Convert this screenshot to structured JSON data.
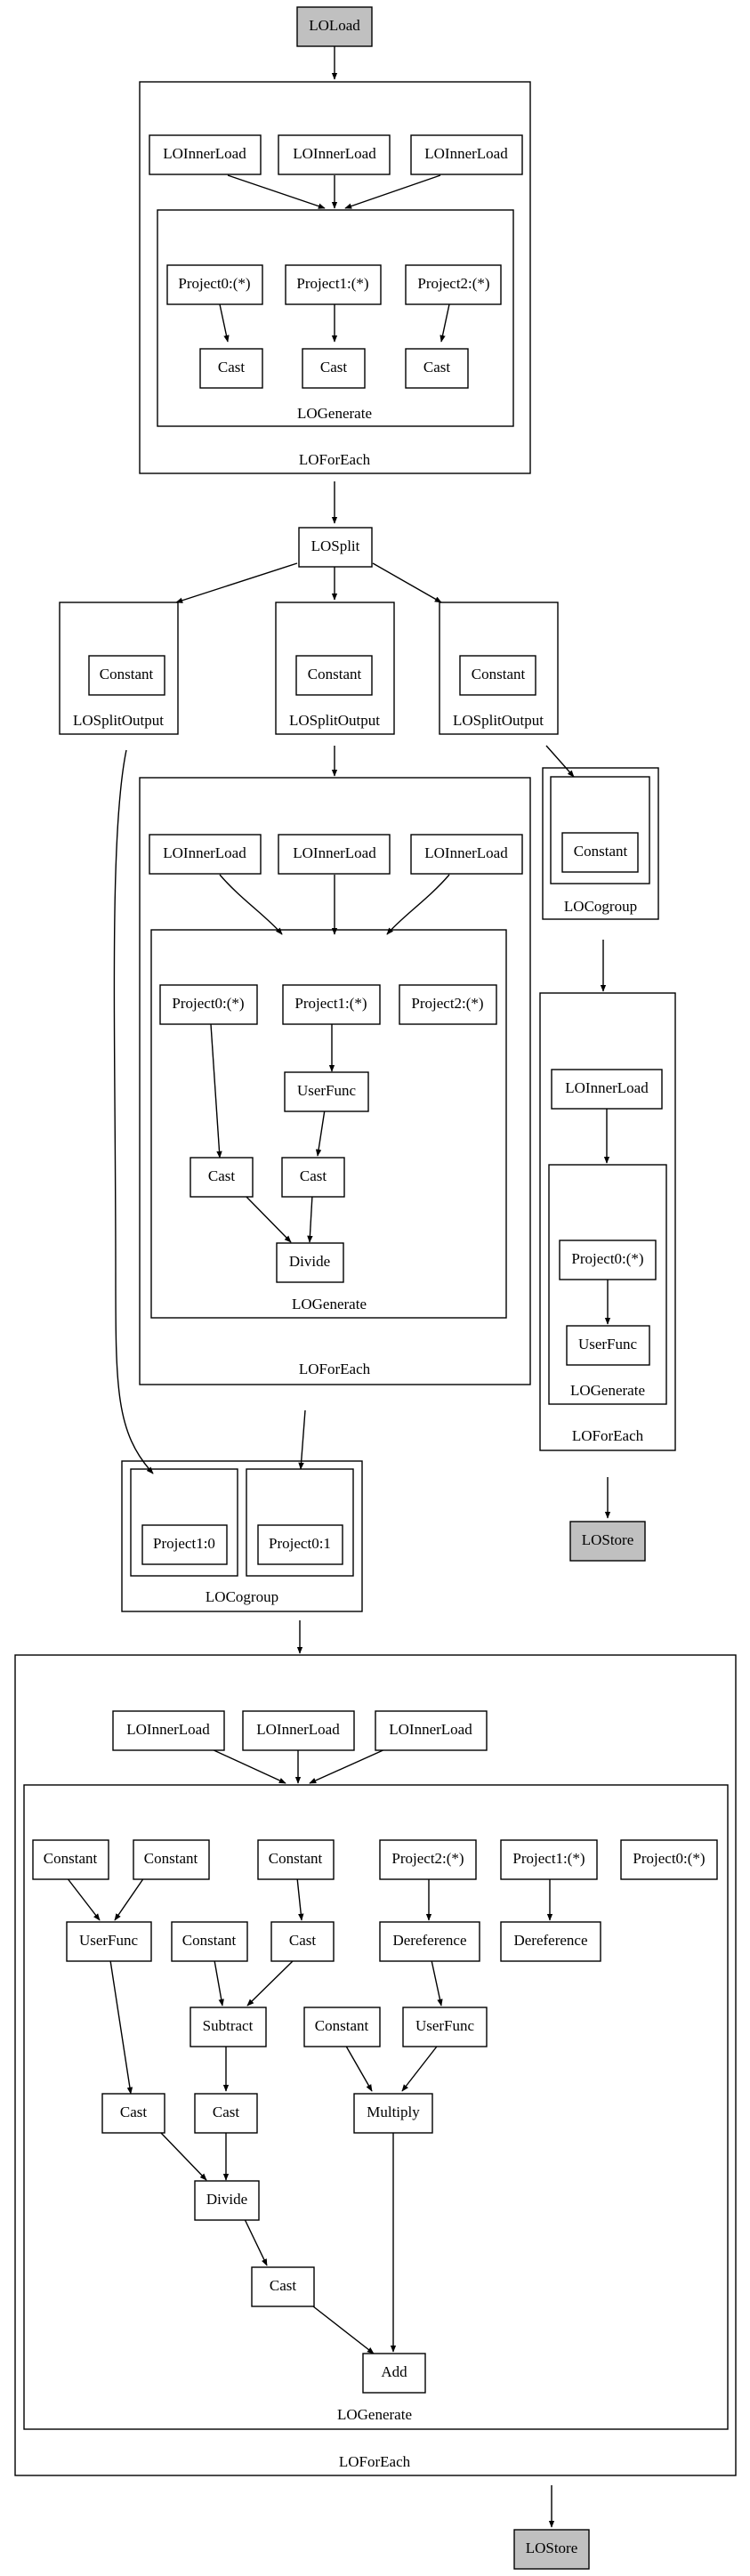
{
  "diagram": {
    "nodes": {
      "loload": "LOLoad",
      "fe1_innerload_a": "LOInnerLoad",
      "fe1_innerload_b": "LOInnerLoad",
      "fe1_innerload_c": "LOInnerLoad",
      "fe1_project0": "Project0:(*)",
      "fe1_project1": "Project1:(*)",
      "fe1_project2": "Project2:(*)",
      "fe1_cast_a": "Cast",
      "fe1_cast_b": "Cast",
      "fe1_cast_c": "Cast",
      "losplit": "LOSplit",
      "so1_constant": "Constant",
      "so2_constant": "Constant",
      "so3_constant": "Constant",
      "cg1_constant": "Constant",
      "fe2_innerload_a": "LOInnerLoad",
      "fe2_innerload_b": "LOInnerLoad",
      "fe2_innerload_c": "LOInnerLoad",
      "fe2_project0": "Project0:(*)",
      "fe2_project1": "Project1:(*)",
      "fe2_project2": "Project2:(*)",
      "fe2_userfunc": "UserFunc",
      "fe2_cast_a": "Cast",
      "fe2_cast_b": "Cast",
      "fe2_divide": "Divide",
      "fe3_innerload": "LOInnerLoad",
      "fe3_project0": "Project0:(*)",
      "fe3_userfunc": "UserFunc",
      "lostore_right": "LOStore",
      "cg2_project1_0": "Project1:0",
      "cg2_project0_1": "Project0:1",
      "fe4_innerload_a": "LOInnerLoad",
      "fe4_innerload_b": "LOInnerLoad",
      "fe4_innerload_c": "LOInnerLoad",
      "fe4_constant_a": "Constant",
      "fe4_constant_b": "Constant",
      "fe4_constant_c": "Constant",
      "fe4_project2": "Project2:(*)",
      "fe4_project1": "Project1:(*)",
      "fe4_project0": "Project0:(*)",
      "fe4_userfunc_a": "UserFunc",
      "fe4_constant_d": "Constant",
      "fe4_cast_a": "Cast",
      "fe4_dereference_a": "Dereference",
      "fe4_dereference_b": "Dereference",
      "fe4_subtract": "Subtract",
      "fe4_constant_e": "Constant",
      "fe4_userfunc_b": "UserFunc",
      "fe4_cast_b": "Cast",
      "fe4_cast_c": "Cast",
      "fe4_multiply": "Multiply",
      "fe4_divide": "Divide",
      "fe4_cast_d": "Cast",
      "fe4_add": "Add",
      "lostore_bottom": "LOStore"
    },
    "clusters": {
      "fe1": "LOForEach",
      "fe1_gen": "LOGenerate",
      "so1": "LOSplitOutput",
      "so2": "LOSplitOutput",
      "so3": "LOSplitOutput",
      "cg1": "LOCogroup",
      "fe2": "LOForEach",
      "fe2_gen": "LOGenerate",
      "fe3": "LOForEach",
      "fe3_gen": "LOGenerate",
      "cg2": "LOCogroup",
      "fe4": "LOForEach",
      "fe4_gen": "LOGenerate"
    },
    "colors": {
      "background": "#ffffff",
      "stroke": "#000000",
      "store_load_fill": "#c0c0c0"
    }
  }
}
